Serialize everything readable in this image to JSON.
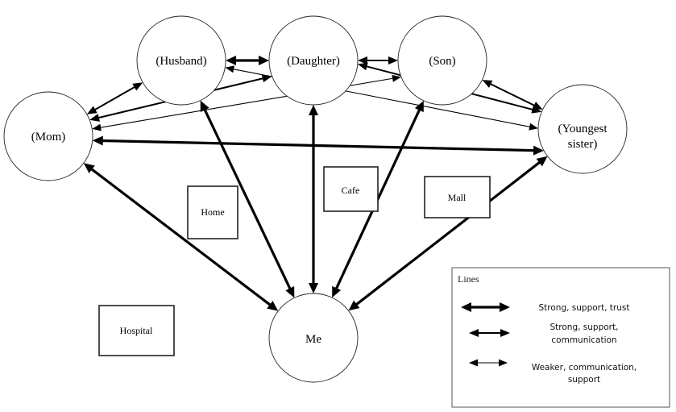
{
  "diagram": {
    "title": "Ecomap",
    "nodes": [
      {
        "id": "husband",
        "label": "(Husband)"
      },
      {
        "id": "daughter",
        "label": "(Daughter)"
      },
      {
        "id": "son",
        "label": "(Son)"
      },
      {
        "id": "mom",
        "label": "(Mom)"
      },
      {
        "id": "sister",
        "label_line1": "(Youngest",
        "label_line2": "sister)"
      },
      {
        "id": "me",
        "label": "Me"
      }
    ],
    "places": [
      {
        "id": "home",
        "label": "Home"
      },
      {
        "id": "cafe",
        "label": "Cafe"
      },
      {
        "id": "mall",
        "label": "Mall"
      },
      {
        "id": "hospital",
        "label": "Hospital"
      }
    ],
    "edges": [
      {
        "from": "husband",
        "to": "daughter",
        "type": "strong_trust"
      },
      {
        "from": "daughter",
        "to": "son",
        "type": "strong_communication"
      },
      {
        "from": "mom",
        "to": "husband",
        "type": "strong_communication"
      },
      {
        "from": "son",
        "to": "sister",
        "type": "strong_communication"
      },
      {
        "from": "mom",
        "to": "daughter",
        "type": "strong_communication"
      },
      {
        "from": "mom",
        "to": "son",
        "type": "weaker"
      },
      {
        "from": "husband",
        "to": "sister",
        "type": "weaker"
      },
      {
        "from": "daughter",
        "to": "sister",
        "type": "strong_communication"
      },
      {
        "from": "mom",
        "to": "sister",
        "type": "strong_trust"
      },
      {
        "from": "mom",
        "to": "me",
        "type": "strong_trust"
      },
      {
        "from": "husband",
        "to": "me",
        "type": "strong_trust"
      },
      {
        "from": "daughter",
        "to": "me",
        "type": "strong_trust"
      },
      {
        "from": "son",
        "to": "me",
        "type": "strong_trust"
      },
      {
        "from": "sister",
        "to": "me",
        "type": "strong_trust"
      }
    ],
    "legend": {
      "title": "Lines",
      "items": [
        {
          "type": "strong_trust",
          "line1": "Strong, support, trust",
          "line2": ""
        },
        {
          "type": "strong_communication",
          "line1": "Strong, support,",
          "line2": "communication"
        },
        {
          "type": "weaker",
          "line1": "Weaker, communication,",
          "line2": "support"
        }
      ]
    }
  }
}
